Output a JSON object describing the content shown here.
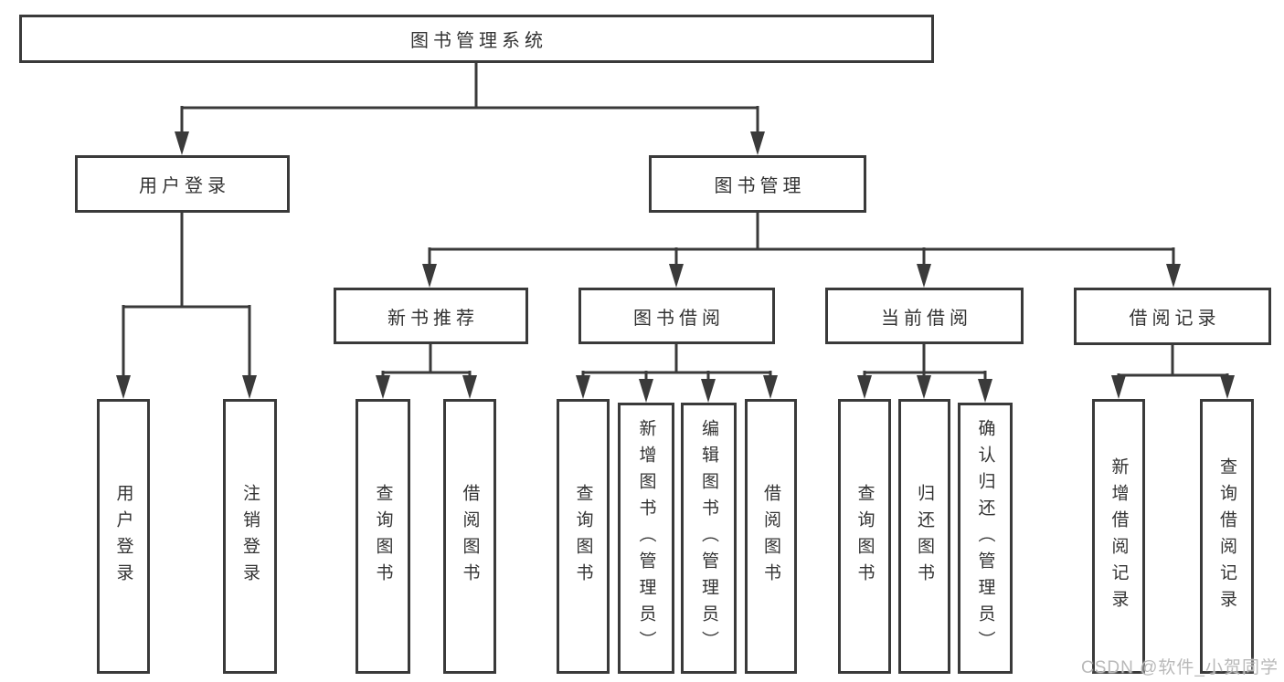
{
  "diagram": {
    "root": {
      "label": "图书管理系统",
      "children": [
        {
          "label": "用户登录",
          "children": [
            {
              "label": "用户登录"
            },
            {
              "label": "注销登录"
            }
          ]
        },
        {
          "label": "图书管理",
          "children": [
            {
              "label": "新书推荐",
              "children": [
                {
                  "label": "查询图书"
                },
                {
                  "label": "借阅图书"
                }
              ]
            },
            {
              "label": "图书借阅",
              "children": [
                {
                  "label": "查询图书"
                },
                {
                  "label": "新增图书（管理员）"
                },
                {
                  "label": "编辑图书（管理员）"
                },
                {
                  "label": "借阅图书"
                }
              ]
            },
            {
              "label": "当前借阅",
              "children": [
                {
                  "label": "查询图书"
                },
                {
                  "label": "归还图书"
                },
                {
                  "label": "确认归还（管理员）"
                }
              ]
            },
            {
              "label": "借阅记录",
              "children": [
                {
                  "label": "新增借阅记录"
                },
                {
                  "label": "查询借阅记录"
                }
              ]
            }
          ]
        }
      ]
    }
  },
  "watermark": "CSDN @软件_小贺同学",
  "colors": {
    "line": "#3a3a3a",
    "text": "#333333",
    "bg": "#ffffff",
    "watermark": "#b9b9b9"
  }
}
